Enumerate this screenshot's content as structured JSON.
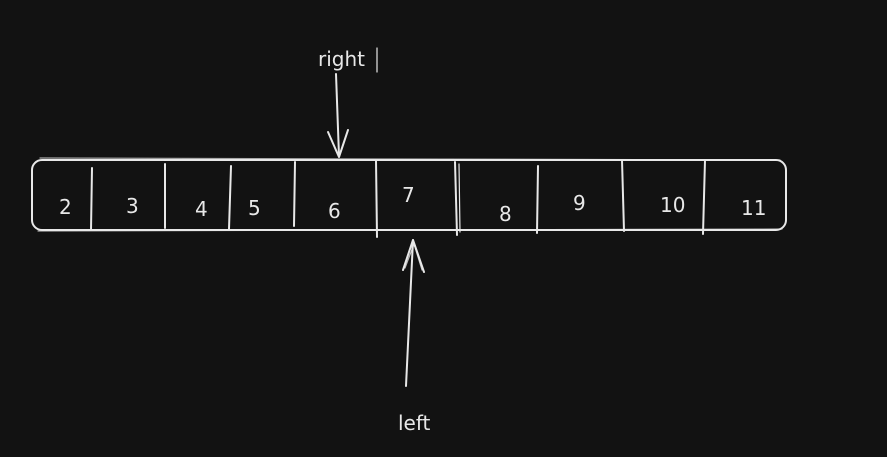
{
  "array": {
    "cells": [
      "2",
      "3",
      "4",
      "5",
      "6",
      "7",
      "8",
      "9",
      "10",
      "11"
    ]
  },
  "pointers": {
    "right_label": "right",
    "left_label": "left"
  },
  "colors": {
    "background": "#121212",
    "stroke": "#e8e8e8"
  }
}
